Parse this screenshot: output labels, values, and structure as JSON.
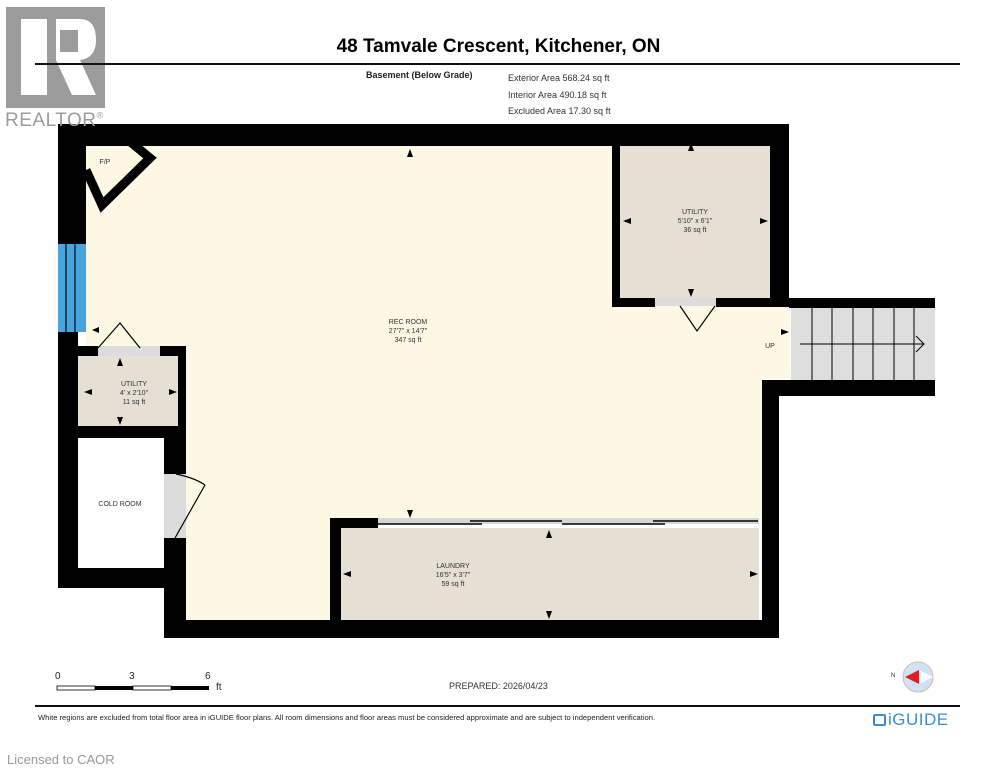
{
  "header": {
    "title": "48 Tamvale Crescent, Kitchener, ON",
    "floor_label": "Basement (Below Grade)",
    "exterior_area": "Exterior Area 568.24 sq ft",
    "interior_area": "Interior Area 490.18 sq ft",
    "excluded_area": "Excluded Area 17.30 sq ft"
  },
  "logo": {
    "realtor": "REALTOR",
    "registered": "®"
  },
  "rooms": [
    {
      "name": "REC ROOM",
      "dims": "27'7\" x 14'7\"",
      "area": "347 sq ft",
      "fill": "#fdf8e4"
    },
    {
      "name": "UTILITY",
      "dims": "5'10\" x 6'1\"",
      "area": "36 sq ft",
      "fill": "#e6dfd3"
    },
    {
      "name": "UTILITY",
      "dims": "4' x 2'10\"",
      "area": "11 sq ft",
      "fill": "#e6dfd3"
    },
    {
      "name": "COLD ROOM",
      "dims": "",
      "area": "",
      "fill": "#ffffff"
    },
    {
      "name": "LAUNDRY",
      "dims": "16'5\" x 3'7\"",
      "area": "59 sq ft",
      "fill": "#e6dfd3"
    }
  ],
  "labels": {
    "fireplace": "F/P",
    "stairs": "UP"
  },
  "scale": {
    "ticks": [
      "0",
      "3",
      "6"
    ],
    "unit": "ft"
  },
  "prepared": "PREPARED: 2026/04/23",
  "compass": {
    "north": "N"
  },
  "footer": {
    "disclaimer": "White regions are excluded from total floor area in iGUIDE floor plans. All room dimensions and floor areas must be considered approximate and are subject to independent verification.",
    "brand": "iGUIDE",
    "licensed": "Licensed to CAOR"
  },
  "colors": {
    "wall": "#000000",
    "rec_room": "#fdf8e4",
    "room": "#e6dfd3",
    "window": "#4aa3dd",
    "door": "#dcdcdc",
    "brand": "#3b8fd1"
  }
}
